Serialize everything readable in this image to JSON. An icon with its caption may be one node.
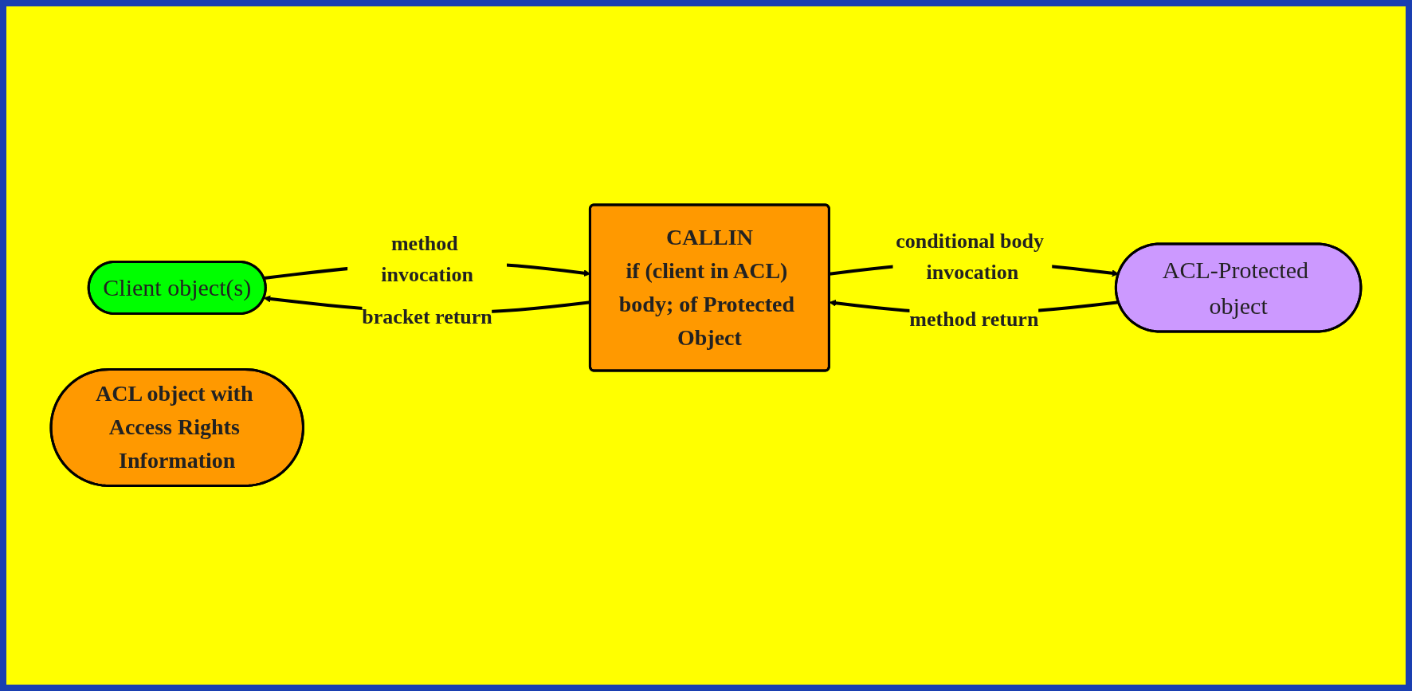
{
  "diagram": {
    "nodes": [
      {
        "text": [
          "Client object(s)"
        ]
      },
      {
        "text": [
          "CALLIN",
          "if (client in ACL) body; of Protected Object"
        ]
      },
      {
        "text": [
          "ACL-Protected object"
        ]
      },
      {
        "text": [
          "ACL object with Access Rights Information"
        ]
      }
    ],
    "edges": [
      {
        "from": 0,
        "to": 1,
        "arrow": "to",
        "label": "method invocation"
      },
      {
        "from": 1,
        "to": 0,
        "arrow": "to",
        "label": "bracket return"
      },
      {
        "from": 1,
        "to": 2,
        "arrow": "to",
        "label": "conditional body invocation"
      },
      {
        "from": 2,
        "to": 1,
        "arrow": "to",
        "label": "method return"
      }
    ]
  }
}
